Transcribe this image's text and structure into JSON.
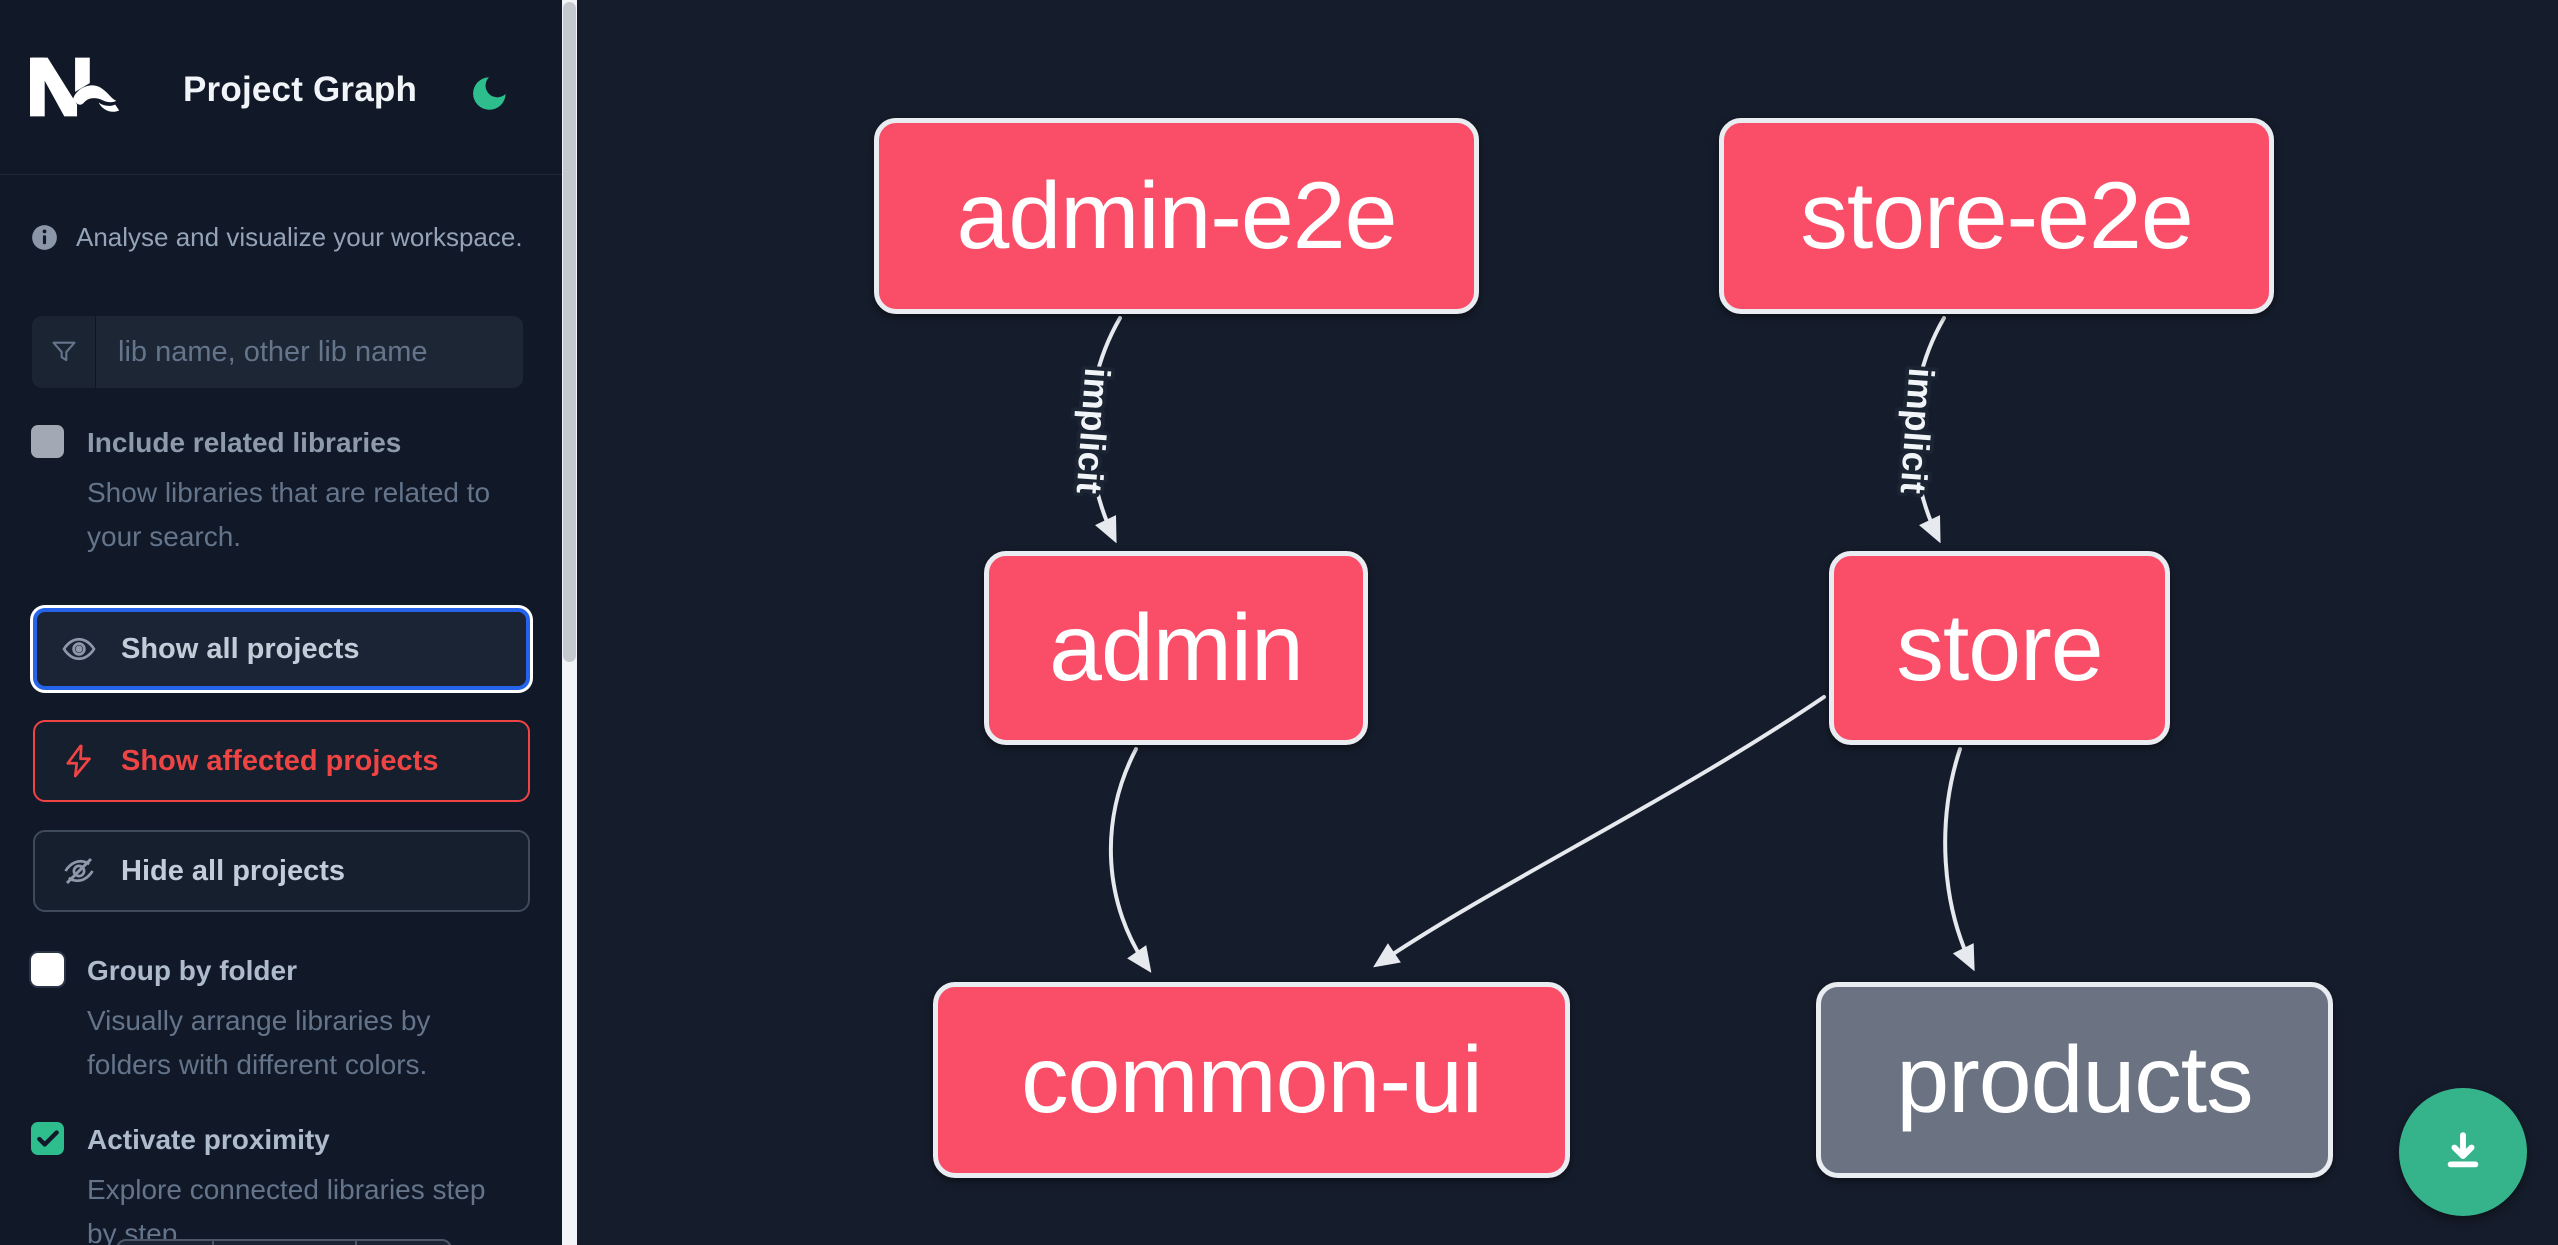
{
  "app": {
    "title": "Project Graph"
  },
  "sidebar": {
    "info_text": "Analyse and visualize your workspace.",
    "search": {
      "placeholder": "lib name, other lib name",
      "value": ""
    },
    "checkboxes": [
      {
        "label": "Include related libraries",
        "description": "Show libraries that are related to your search.",
        "checked": false,
        "disabled": true
      },
      {
        "label": "Group by folder",
        "description": "Visually arrange libraries by folders with different colors.",
        "checked": false
      },
      {
        "label": "Activate proximity",
        "description": "Explore connected libraries step by step.",
        "checked": true
      }
    ],
    "buttons": [
      {
        "label": "Show all projects",
        "icon": "eye-icon",
        "state": "focused"
      },
      {
        "label": "Show affected projects",
        "icon": "bolt-icon",
        "state": "danger"
      },
      {
        "label": "Hide all projects",
        "icon": "eye-off-icon",
        "state": "default"
      }
    ]
  },
  "graph": {
    "nodes": [
      {
        "id": "admin-e2e",
        "label": "admin-e2e",
        "color": "pink"
      },
      {
        "id": "store-e2e",
        "label": "store-e2e",
        "color": "pink"
      },
      {
        "id": "admin",
        "label": "admin",
        "color": "pink"
      },
      {
        "id": "store",
        "label": "store",
        "color": "pink"
      },
      {
        "id": "common-ui",
        "label": "common-ui",
        "color": "pink"
      },
      {
        "id": "products",
        "label": "products",
        "color": "gray"
      }
    ],
    "edges": [
      {
        "source": "admin-e2e",
        "target": "admin",
        "label": "implicit"
      },
      {
        "source": "store-e2e",
        "target": "store",
        "label": "implicit"
      },
      {
        "source": "admin",
        "target": "common-ui",
        "label": ""
      },
      {
        "source": "store",
        "target": "common-ui",
        "label": ""
      },
      {
        "source": "store",
        "target": "products",
        "label": ""
      }
    ]
  },
  "fab": {
    "icon": "download-icon"
  },
  "colors": {
    "node_pink": "#fa4d68",
    "node_gray": "#6b7382",
    "node_border": "#e9ecf1",
    "edge": "#e6e9ed",
    "canvas_bg": "#151c2b",
    "sidebar_bg": "#111827",
    "accent_green": "#2ebd8c",
    "fab_green": "#35b48c",
    "focus_blue": "#2563eb",
    "danger_red": "#ef4444",
    "scrollbar_track": "#f2f4f7",
    "scrollbar_thumb": "#c5c9cf"
  }
}
